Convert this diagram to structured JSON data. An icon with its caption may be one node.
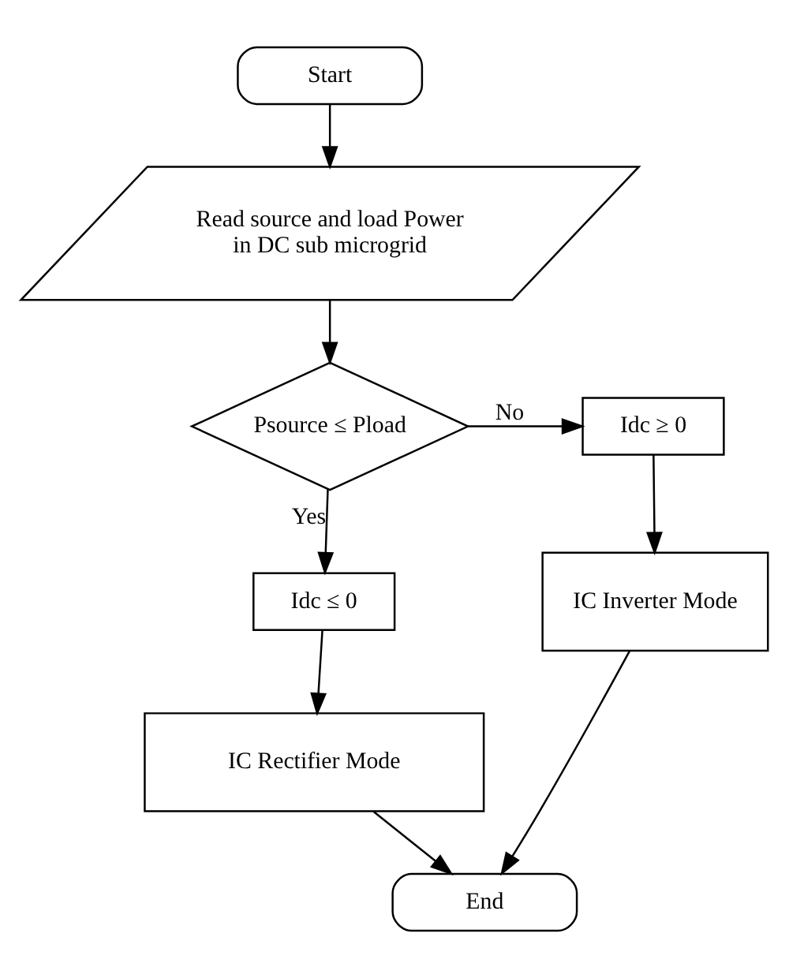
{
  "diagram": {
    "nodes": [
      {
        "text": [
          "Start"
        ]
      },
      {
        "text": [
          "Read source and load Power in DC sub microgrid"
        ]
      },
      {
        "text": [
          "Psource ≤ Pload"
        ]
      },
      {
        "text": [
          "Idc ≥ 0"
        ]
      },
      {
        "text": [
          "IC Inverter Mode"
        ]
      },
      {
        "text": [
          "Idc ≤ 0"
        ]
      },
      {
        "text": [
          "IC Rectifier Mode"
        ]
      },
      {
        "text": [
          "End"
        ]
      }
    ],
    "edges": [
      {
        "from": 0,
        "to": 1,
        "arrow": "to"
      },
      {
        "from": 1,
        "to": 2,
        "arrow": "to"
      },
      {
        "from": 2,
        "to": 3,
        "arrow": "to",
        "label": "No"
      },
      {
        "from": 2,
        "to": 5,
        "arrow": "to",
        "label": "Yes"
      },
      {
        "from": 3,
        "to": 4,
        "arrow": "to"
      },
      {
        "from": 5,
        "to": 6,
        "arrow": "to"
      },
      {
        "from": 6,
        "to": 7,
        "arrow": "to"
      },
      {
        "from": 4,
        "to": 7,
        "arrow": "to"
      }
    ]
  }
}
